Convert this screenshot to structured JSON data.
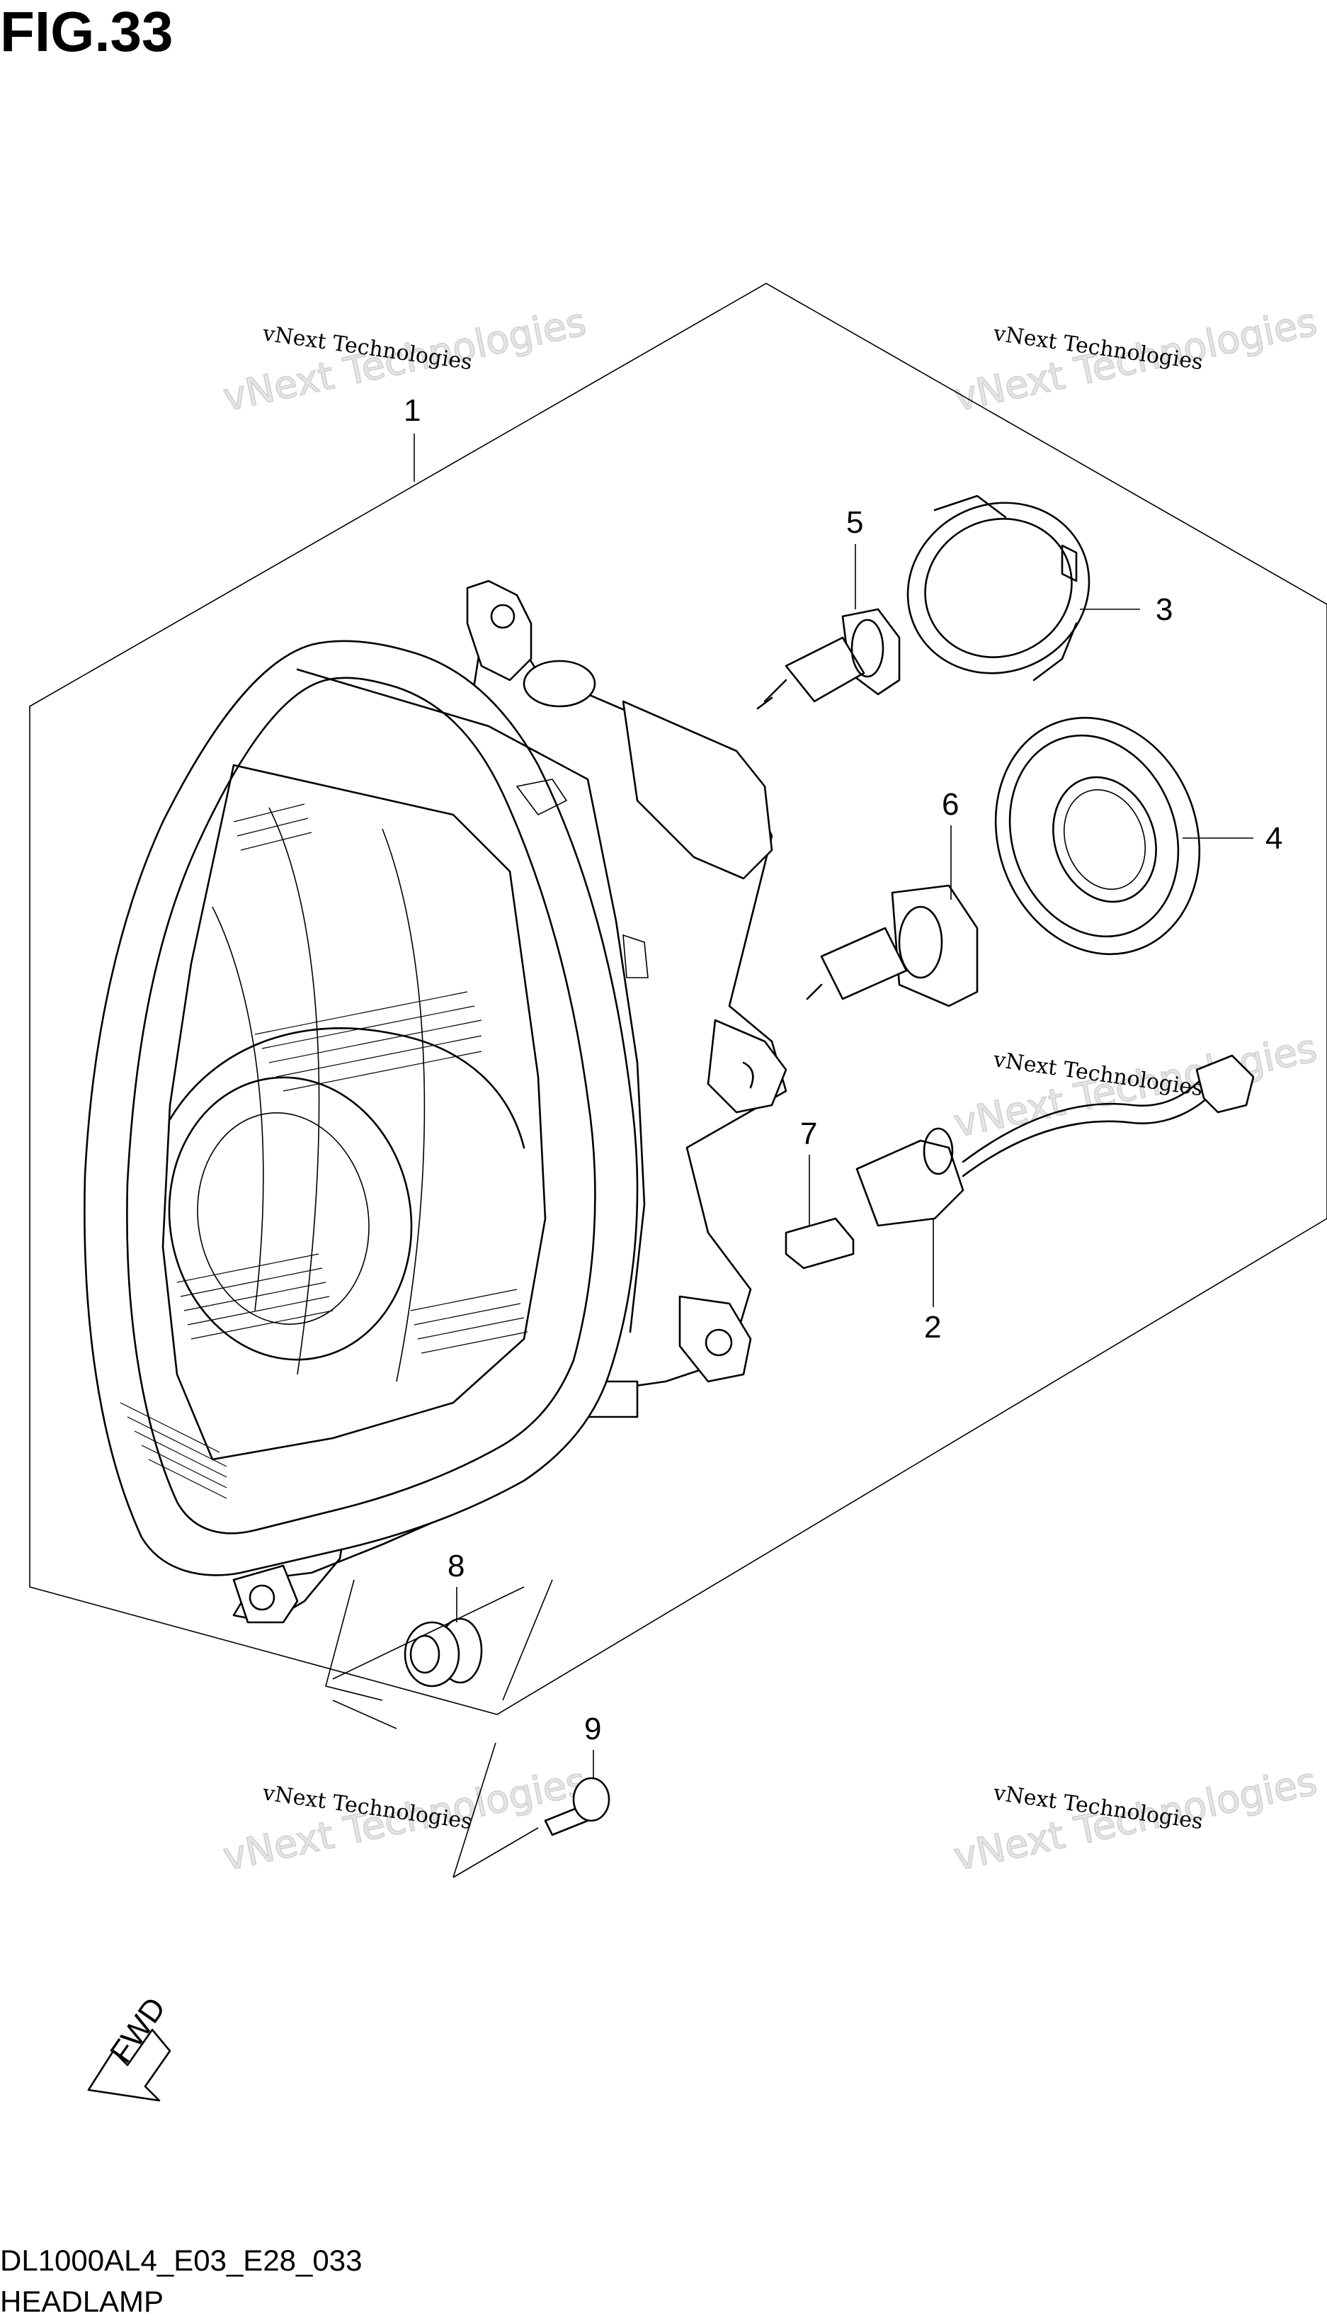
{
  "figure_label": "FIG.33",
  "diagram_code": "DL1000AL4_E03_E28_033",
  "diagram_title": "HEADLAMP",
  "fwd_label": "FWD",
  "watermark": {
    "line1": "vNext Technologies",
    "line2": "vNext Technologies"
  },
  "callouts": [
    "1",
    "2",
    "3",
    "4",
    "5",
    "6",
    "7",
    "8",
    "9"
  ]
}
